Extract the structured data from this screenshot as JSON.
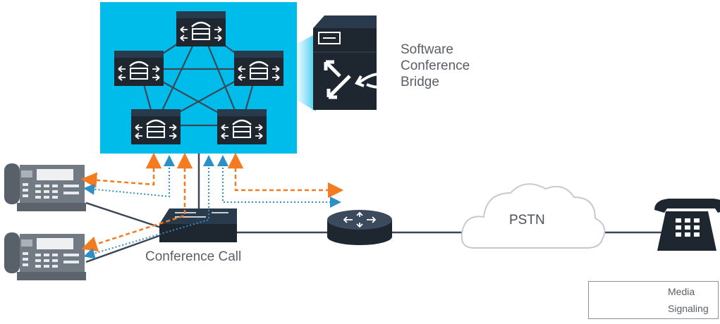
{
  "labels": {
    "bridge_lines": [
      "Software",
      "Conference",
      "Bridge"
    ],
    "conference_call": "Conference Call",
    "pstn": "PSTN"
  },
  "legend": {
    "media": "Media",
    "signaling": "Signaling"
  },
  "colors": {
    "cluster_bg": "#00bceb",
    "media": "#2d8fc4",
    "signaling": "#f47b20",
    "link": "#3b4757",
    "device_dark": "#1e2630"
  },
  "icons": [
    "call-manager-icon",
    "conference-bridge-icon",
    "ip-phone-icon",
    "switch-icon",
    "router-icon",
    "cloud-icon",
    "telephone-icon"
  ]
}
